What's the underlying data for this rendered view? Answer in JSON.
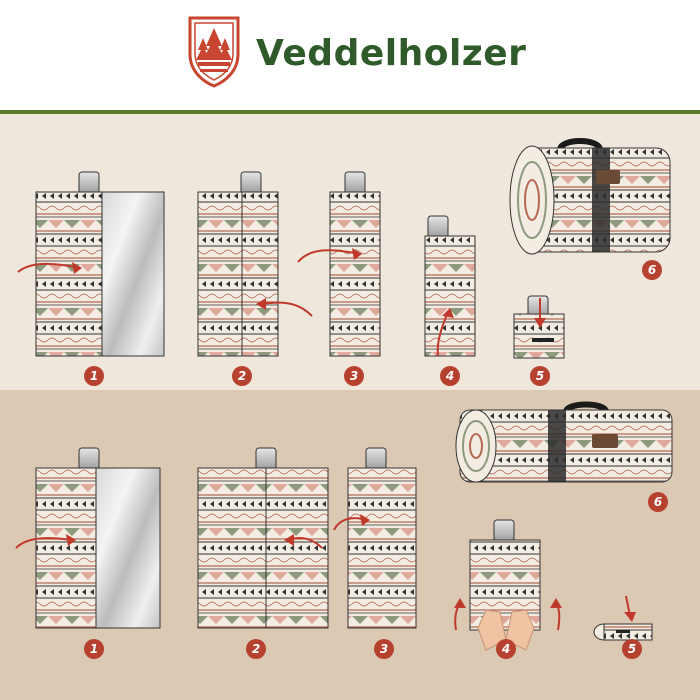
{
  "brand": {
    "name": "Veddelholzer",
    "logo_icon": "forest-shield-logo-icon"
  },
  "colors": {
    "brand_green": "#2f5a2a",
    "accent_red": "#b7412f",
    "band_top": "#efe7db",
    "band_bottom": "#dcc9b4"
  },
  "top_steps": [
    {
      "label": "1"
    },
    {
      "label": "2"
    },
    {
      "label": "3"
    },
    {
      "label": "4"
    },
    {
      "label": "5"
    },
    {
      "label": "6"
    }
  ],
  "bottom_steps": [
    {
      "label": "1"
    },
    {
      "label": "2"
    },
    {
      "label": "3"
    },
    {
      "label": "4"
    },
    {
      "label": "5"
    },
    {
      "label": "6"
    }
  ]
}
